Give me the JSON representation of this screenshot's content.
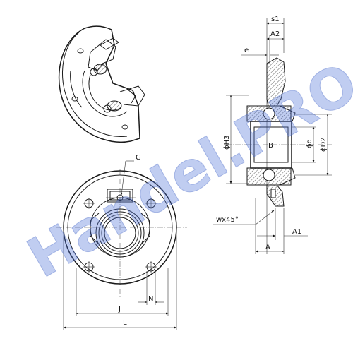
{
  "drawing": {
    "labels": {
      "s1": "s1",
      "A2": "A2",
      "e": "e",
      "H3": "ϕH3",
      "d": "ϕd",
      "D2": "ϕD2",
      "B": "B",
      "wx45": "wx45°",
      "A1": "A1",
      "A": "A",
      "G": "G",
      "N": "N",
      "J": "J",
      "L": "L"
    },
    "watermark": "Handel.PRO",
    "colors": {
      "line": "#1a1a1a",
      "watermark": "#4a6fd6"
    }
  }
}
